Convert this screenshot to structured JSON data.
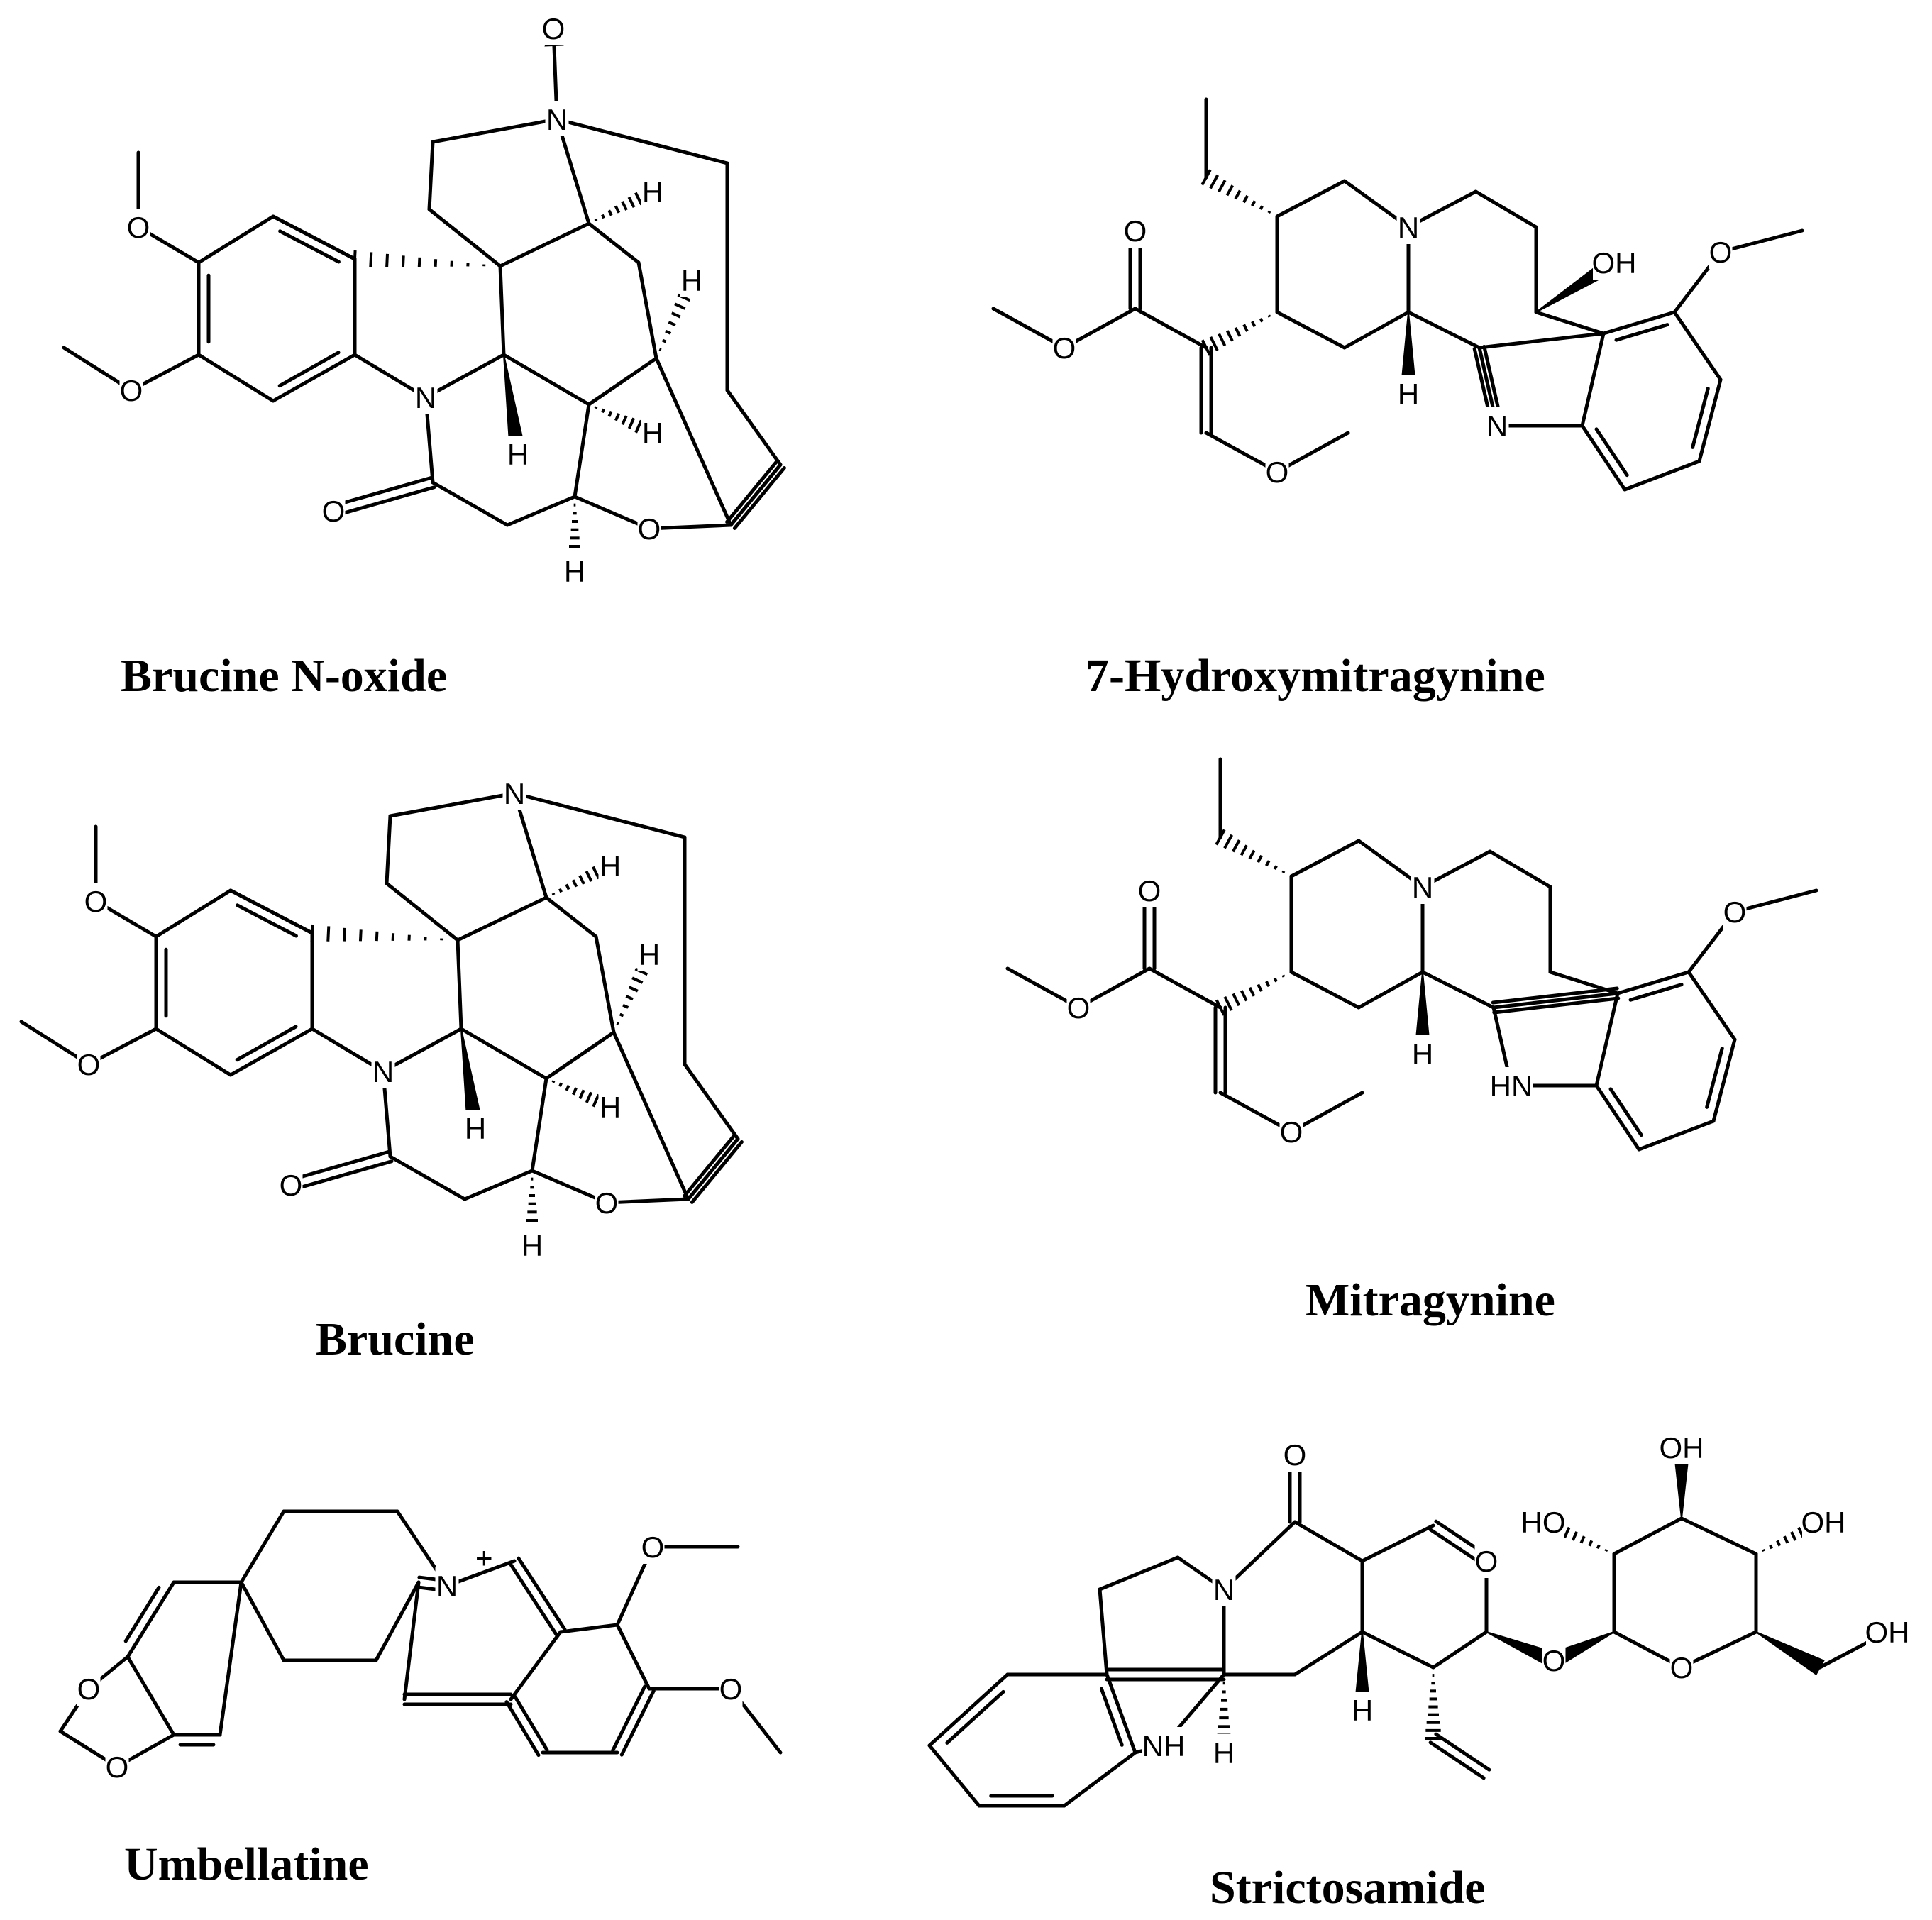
{
  "atom_labels": {
    "oxygen": "O",
    "nitrogen": "N",
    "hydrogen": "H",
    "hydroxyl": "OH",
    "hydroxyl_left": "HO",
    "amine": "NH",
    "amine_left": "HN",
    "cation_nitrogen": "N",
    "plus_sign": "+"
  },
  "compounds": [
    {
      "id": "brucine-n-oxide",
      "name": "Brucine N-oxide"
    },
    {
      "id": "7-hydroxymitragynine",
      "name": "7-Hydroxymitragynine"
    },
    {
      "id": "brucine",
      "name": "Brucine"
    },
    {
      "id": "mitragynine",
      "name": "Mitragynine"
    },
    {
      "id": "umbellatine",
      "name": "Umbellatine"
    },
    {
      "id": "strictosamide",
      "name": "Strictosamide"
    }
  ]
}
